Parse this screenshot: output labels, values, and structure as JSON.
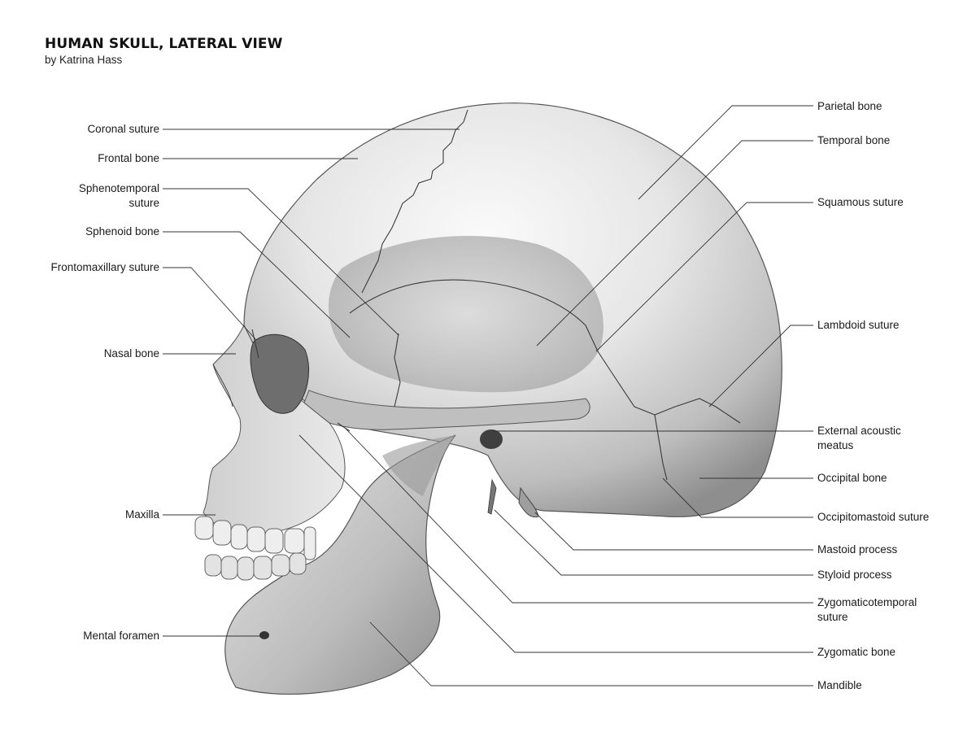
{
  "title": "HUMAN SKULL, LATERAL VIEW",
  "byline": "by Katrina Hass",
  "labels_left": [
    {
      "name": "coronal-suture",
      "text": "Coronal suture"
    },
    {
      "name": "frontal-bone",
      "text": "Frontal bone"
    },
    {
      "name": "sphenotemporal-suture",
      "text": "Sphenotemporal\nsuture"
    },
    {
      "name": "sphenoid-bone",
      "text": "Sphenoid bone"
    },
    {
      "name": "frontomaxillary-suture",
      "text": "Frontomaxillary suture"
    },
    {
      "name": "nasal-bone",
      "text": "Nasal bone"
    },
    {
      "name": "maxilla",
      "text": "Maxilla"
    },
    {
      "name": "mental-foramen",
      "text": "Mental foramen"
    }
  ],
  "labels_right": [
    {
      "name": "parietal-bone",
      "text": "Parietal bone"
    },
    {
      "name": "temporal-bone",
      "text": "Temporal bone"
    },
    {
      "name": "squamous-suture",
      "text": "Squamous suture"
    },
    {
      "name": "lambdoid-suture",
      "text": "Lambdoid suture"
    },
    {
      "name": "external-acoustic-meatus",
      "text": "External acoustic\nmeatus"
    },
    {
      "name": "occipital-bone",
      "text": "Occipital bone"
    },
    {
      "name": "occipitomastoid-suture",
      "text": "Occipitomastoid suture"
    },
    {
      "name": "mastoid-process",
      "text": "Mastoid process"
    },
    {
      "name": "styloid-process",
      "text": "Styloid process"
    },
    {
      "name": "zygomaticotemporal-suture",
      "text": "Zygomaticotemporal\nsuture"
    },
    {
      "name": "zygomatic-bone",
      "text": "Zygomatic bone"
    },
    {
      "name": "mandible",
      "text": "Mandible"
    }
  ],
  "colors": {
    "leader": "#333333",
    "bone_light": "#f2f2f2",
    "bone_mid": "#c9c9c9",
    "bone_dark": "#6e6e6e",
    "suture": "#3a3a3a"
  }
}
